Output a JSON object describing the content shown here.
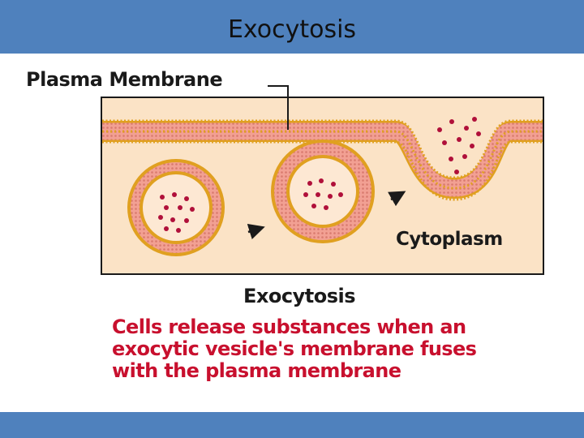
{
  "slide": {
    "title": "Exocytosis",
    "header_color": "#4f81bd",
    "footer_color": "#4f81bd"
  },
  "figure": {
    "label_plasma_membrane": "Plasma Membrane",
    "label_cytoplasm": "Cytoplasm",
    "colors": {
      "membrane": "#e8a090",
      "membrane_head": "#e0a020",
      "cytoplasm": "#fbe3c6",
      "particle": "#b0103a"
    }
  },
  "caption": {
    "heading": "Exocytosis",
    "body_lines": [
      "Cells release substances when an",
      "exocytic vesicle's membrane fuses",
      "with the plasma membrane"
    ]
  }
}
